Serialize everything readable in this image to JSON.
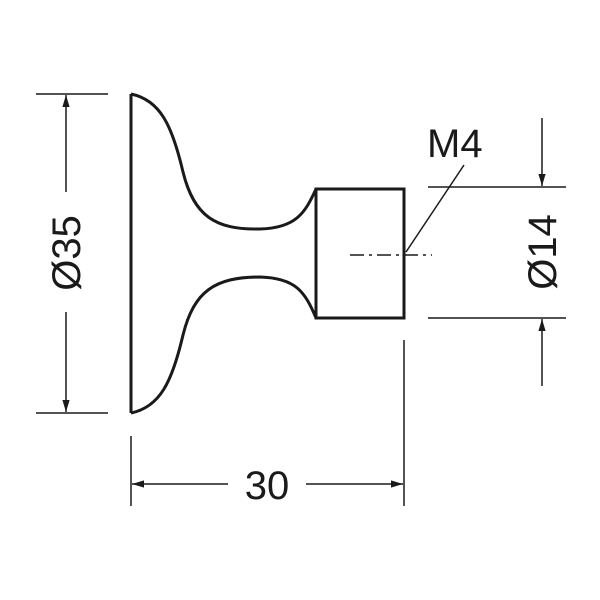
{
  "drawing": {
    "diameter_overall": "Ø35",
    "diameter_shank": "Ø14",
    "thread": "M4",
    "length": "30"
  },
  "colors": {
    "line": "#1a1a1a",
    "background": "#ffffff"
  }
}
